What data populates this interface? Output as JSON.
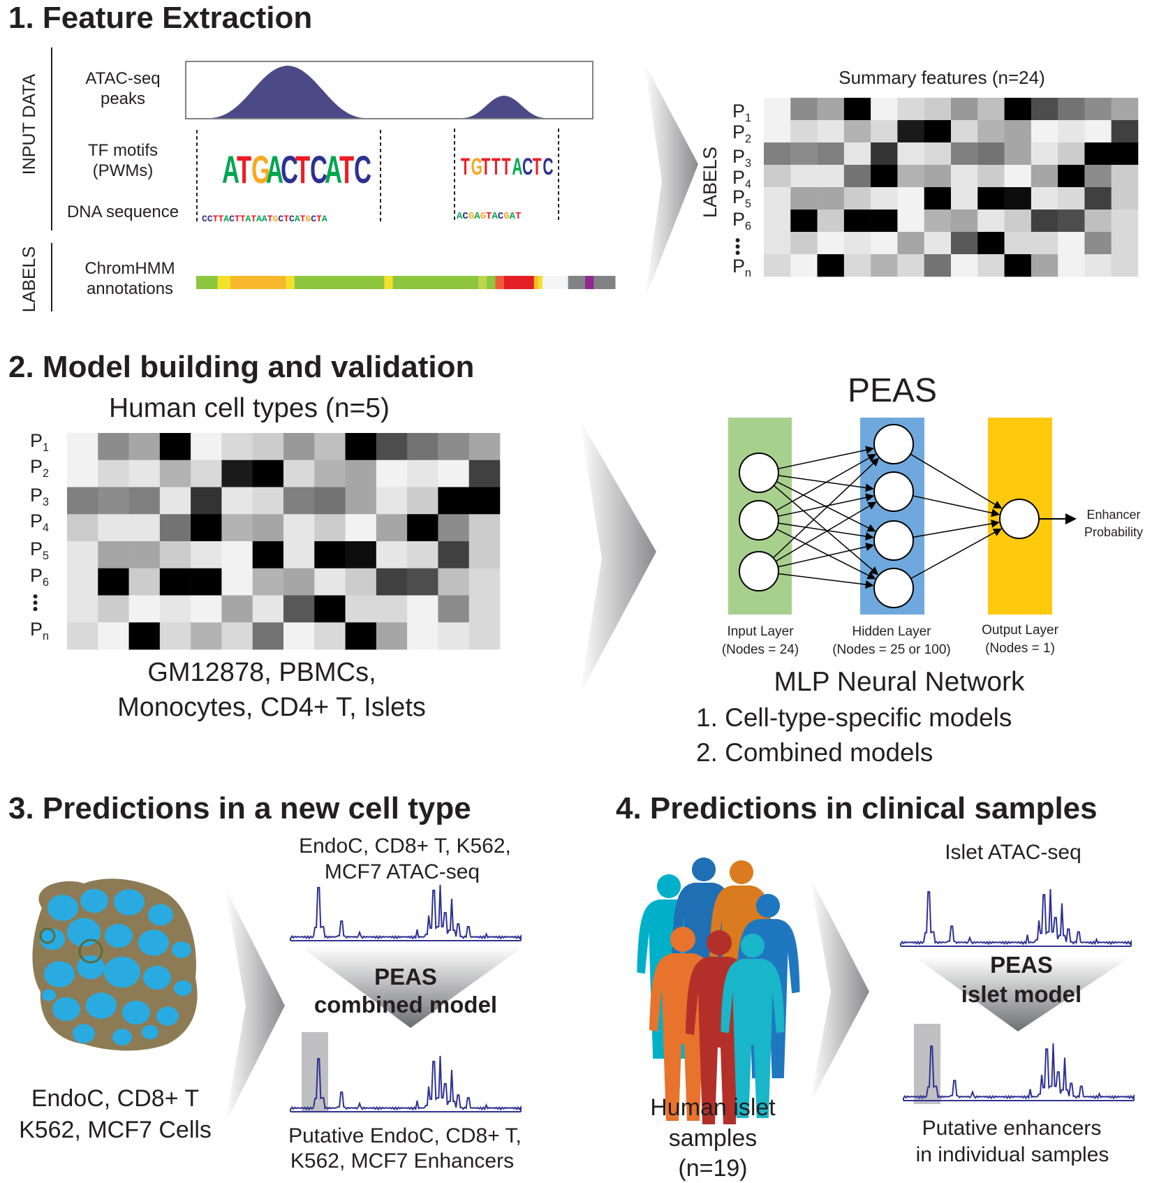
{
  "colors": {
    "p_label_colors": [
      "#ed1c24",
      "#f7a823",
      "#8dc63f",
      "#ed1c24",
      "#ed1c24",
      "#00a651",
      "#808285"
    ],
    "p_label_colors_2": [
      "#ed1c24",
      "#f7a823",
      "#8dc63f",
      "#ed1c24",
      "#92278f",
      "#27aae1",
      "#808285"
    ],
    "peak_fill": "#4b4a87",
    "track_stroke": "#2e3192",
    "input_layer": "#a8d08d",
    "hidden_layer": "#6fa8dc",
    "output_layer": "#ffc90e",
    "cell_fill": "#29abe2",
    "cell_border": "#8c7b55",
    "body_colors": [
      "#00b0c8",
      "#1f6fb5",
      "#d97b1e",
      "#1f77c0",
      "#e8732c",
      "#b3302a",
      "#19b5c9"
    ],
    "chromhmm_segments": [
      {
        "w": 5,
        "c": "#8dc63f"
      },
      {
        "w": 3,
        "c": "#f2e12b"
      },
      {
        "w": 13,
        "c": "#f7b82b"
      },
      {
        "w": 2,
        "c": "#f2e12b"
      },
      {
        "w": 21,
        "c": "#8dc63f"
      },
      {
        "w": 2,
        "c": "#f2e12b"
      },
      {
        "w": 20,
        "c": "#8dc63f"
      },
      {
        "w": 2,
        "c": "#bcd64b"
      },
      {
        "w": 2,
        "c": "#8dc63f"
      },
      {
        "w": 2,
        "c": "#ef5b3a"
      },
      {
        "w": 7,
        "c": "#e31e24"
      },
      {
        "w": 1,
        "c": "#f7b82b"
      },
      {
        "w": 1,
        "c": "#f2e12b"
      },
      {
        "w": 6,
        "c": "#f5f5f5"
      },
      {
        "w": 4,
        "c": "#808285"
      },
      {
        "w": 2,
        "c": "#92278f"
      },
      {
        "w": 5,
        "c": "#808285"
      }
    ]
  },
  "section1": {
    "title": "1. Feature Extraction",
    "input_data_label": "INPUT DATA",
    "labels_side": "LABELS",
    "atac_label_1": "ATAC-seq",
    "atac_label_2": "peaks",
    "tf_label_1": "TF motifs",
    "tf_label_2": "(PWMs)",
    "dna_label": "DNA sequence",
    "dna_seq_1": "CCTTACTTATAATGCTCATGCTA",
    "dna_seq_2": "ACGAGTACGAT",
    "motif_1_main": "ATGACTCATC",
    "motif_2_main": "TGTTTACTC",
    "chrom_label_1": "ChromHMM",
    "chrom_label_2": "annotations",
    "summary_title": "Summary features (n=24)",
    "labels_vertical": "LABELS",
    "p_labels": [
      {
        "letter": "P",
        "sub": "1"
      },
      {
        "letter": "P",
        "sub": "2"
      },
      {
        "letter": "P",
        "sub": "3"
      },
      {
        "letter": "P",
        "sub": "4"
      },
      {
        "letter": "P",
        "sub": "5"
      },
      {
        "letter": "P",
        "sub": "6"
      },
      {
        "letter": "P",
        "sub": "n"
      }
    ],
    "heatmap": [
      [
        0.05,
        0.45,
        0.35,
        1.0,
        0.05,
        0.15,
        0.2,
        0.4,
        0.25,
        1.0,
        0.7,
        0.55,
        0.45,
        0.35
      ],
      [
        0.05,
        0.15,
        0.1,
        0.3,
        0.15,
        0.9,
        1.0,
        0.15,
        0.3,
        0.35,
        0.05,
        0.1,
        0.05,
        0.75
      ],
      [
        0.5,
        0.45,
        0.5,
        0.1,
        0.8,
        0.1,
        0.15,
        0.5,
        0.55,
        0.35,
        0.1,
        0.2,
        1.0,
        1.0
      ],
      [
        0.2,
        0.1,
        0.1,
        0.55,
        1.0,
        0.3,
        0.35,
        0.1,
        0.2,
        0.05,
        0.35,
        1.0,
        0.45,
        0.2
      ],
      [
        0.1,
        0.35,
        0.35,
        0.2,
        0.1,
        0.05,
        1.0,
        0.1,
        1.0,
        0.95,
        0.1,
        0.15,
        0.75,
        0.2
      ],
      [
        0.1,
        1.0,
        0.2,
        1.0,
        1.0,
        0.05,
        0.3,
        0.35,
        0.1,
        0.2,
        0.75,
        0.7,
        0.25,
        0.15
      ],
      [
        0.1,
        0.2,
        0.05,
        0.1,
        0.05,
        0.35,
        0.1,
        0.65,
        1.0,
        0.15,
        0.15,
        0.05,
        0.45,
        0.15
      ],
      [
        0.15,
        0.05,
        1.0,
        0.15,
        0.3,
        0.15,
        0.55,
        0.05,
        0.15,
        1.0,
        0.35,
        0.05,
        0.1,
        0.15
      ]
    ]
  },
  "section2": {
    "title": "2. Model building and validation",
    "subtitle": "Human cell types (n=5)",
    "cells_line_1": "GM12878, PBMCs,",
    "cells_line_2": "Monocytes, CD4+ T, Islets",
    "peas_title": "PEAS",
    "input_layer_1": "Input Layer",
    "input_layer_2": "(Nodes = 24)",
    "hidden_layer_1": "Hidden Layer",
    "hidden_layer_2": "(Nodes = 25 or 100)",
    "output_layer_1": "Output Layer",
    "output_layer_2": "(Nodes = 1)",
    "enhancer_1": "Enhancer",
    "enhancer_2": "Probability",
    "mlp_title": "MLP Neural Network",
    "model_1": "1. Cell-type-specific models",
    "model_2": "2. Combined models"
  },
  "section3": {
    "title": "3. Predictions in a new cell type",
    "atac_1": "EndoC, CD8+ T, K562,",
    "atac_2": "MCF7 ATAC-seq",
    "peas_1": "PEAS",
    "peas_2": "combined model",
    "cells_1": "EndoC, CD8+ T",
    "cells_2": "K562, MCF7 Cells",
    "putative_1": "Putative EndoC, CD8+ T,",
    "putative_2": "K562, MCF7 Enhancers"
  },
  "section4": {
    "title": "4. Predictions in clinical samples",
    "atac": "Islet ATAC-seq",
    "peas_1": "PEAS",
    "peas_2": "islet model",
    "samples_1": "Human islet",
    "samples_2": "samples",
    "samples_3": "(n=19)",
    "putative_1": "Putative enhancers",
    "putative_2": "in individual samples"
  }
}
